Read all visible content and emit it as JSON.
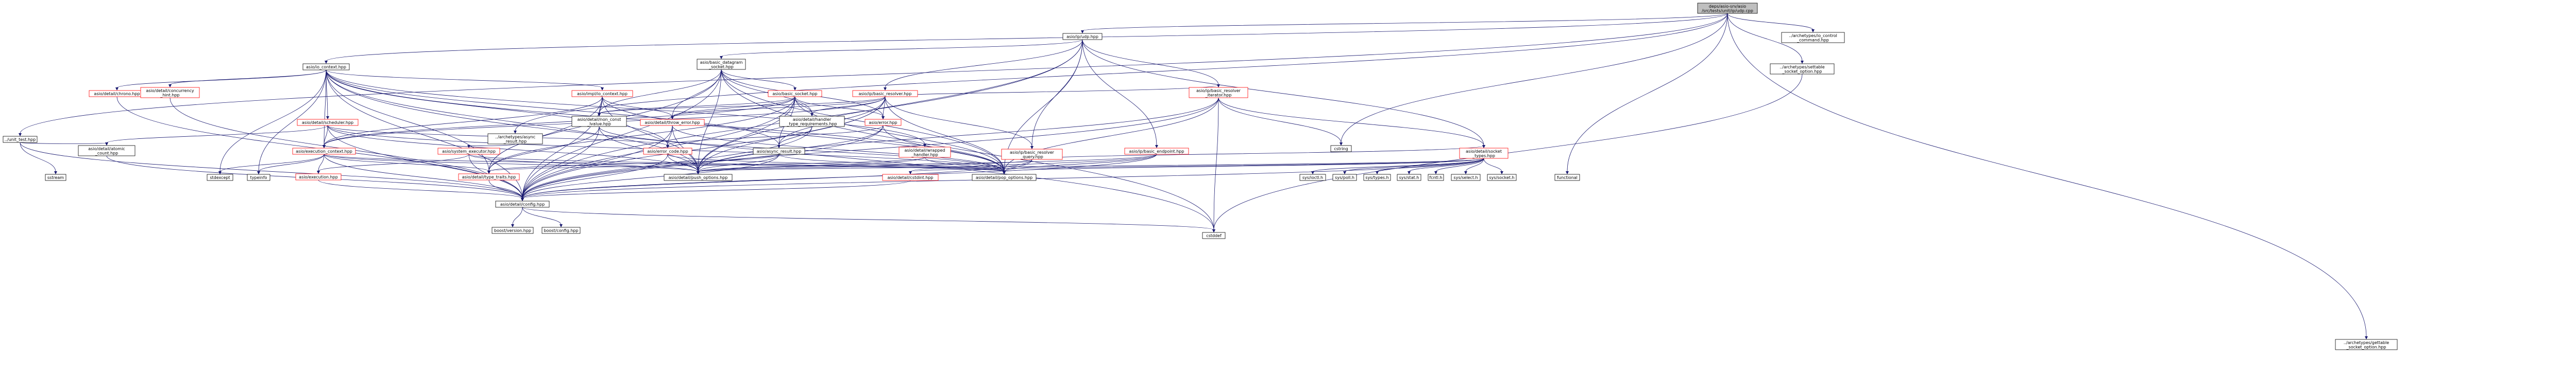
{
  "graph": {
    "nodes": [
      {
        "id": "root",
        "label": [
          "deps/asio-srv/asio",
          "/src/tests/unit/ip/udp.cpp"
        ],
        "style": "root"
      },
      {
        "id": "asio_ip_udp",
        "label": [
          "asio/ip/udp.hpp"
        ],
        "style": "white"
      },
      {
        "id": "arch_io_control",
        "label": [
          "../archetypes/io_control",
          "_command.hpp"
        ],
        "style": "white"
      },
      {
        "id": "arch_settable",
        "label": [
          "../archetypes/settable",
          "_socket_option.hpp"
        ],
        "style": "white"
      },
      {
        "id": "arch_gettable",
        "label": [
          "../archetypes/gettable",
          "_socket_option.hpp"
        ],
        "style": "white"
      },
      {
        "id": "arch_async_result",
        "label": [
          "../archetypes/async",
          "_result.hpp"
        ],
        "style": "white"
      },
      {
        "id": "unit_test",
        "label": [
          "../unit_test.hpp"
        ],
        "style": "white"
      },
      {
        "id": "io_context",
        "label": [
          "asio/io_context.hpp"
        ],
        "style": "white"
      },
      {
        "id": "basic_datagram",
        "label": [
          "asio/basic_datagram",
          "_socket.hpp"
        ],
        "style": "white"
      },
      {
        "id": "basic_socket",
        "label": [
          "asio/basic_socket.hpp"
        ],
        "style": "red"
      },
      {
        "id": "basic_resolver",
        "label": [
          "asio/ip/basic_resolver.hpp"
        ],
        "style": "red"
      },
      {
        "id": "basic_resolver_iterator",
        "label": [
          "asio/ip/basic_resolver",
          "_iterator.hpp"
        ],
        "style": "red"
      },
      {
        "id": "basic_resolver_query",
        "label": [
          "asio/ip/basic_resolver",
          "_query.hpp"
        ],
        "style": "red"
      },
      {
        "id": "basic_endpoint",
        "label": [
          "asio/ip/basic_endpoint.hpp"
        ],
        "style": "red"
      },
      {
        "id": "socket_types",
        "label": [
          "asio/detail/socket",
          "_types.hpp"
        ],
        "style": "red"
      },
      {
        "id": "chrono",
        "label": [
          "asio/detail/chrono.hpp"
        ],
        "style": "red"
      },
      {
        "id": "concurrency_hint",
        "label": [
          "asio/detail/concurrency",
          "_hint.hpp"
        ],
        "style": "red"
      },
      {
        "id": "impl_io_context",
        "label": [
          "asio/impl/io_context.hpp"
        ],
        "style": "red"
      },
      {
        "id": "scheduler",
        "label": [
          "asio/detail/scheduler.hpp"
        ],
        "style": "red"
      },
      {
        "id": "non_const_lvalue",
        "label": [
          "asio/detail/non_const",
          "_lvalue.hpp"
        ],
        "style": "white"
      },
      {
        "id": "throw_error",
        "label": [
          "asio/detail/throw_error.hpp"
        ],
        "style": "red"
      },
      {
        "id": "handler_type_requirements",
        "label": [
          "asio/detail/handler",
          "_type_requirements.hpp"
        ],
        "style": "white"
      },
      {
        "id": "error",
        "label": [
          "asio/error.hpp"
        ],
        "style": "red"
      },
      {
        "id": "wrapped_handler",
        "label": [
          "asio/detail/wrapped",
          "_handler.hpp"
        ],
        "style": "red"
      },
      {
        "id": "system_executor",
        "label": [
          "asio/system_executor.hpp"
        ],
        "style": "red"
      },
      {
        "id": "atomic_count",
        "label": [
          "asio/detail/atomic",
          "_count.hpp"
        ],
        "style": "white"
      },
      {
        "id": "execution_context",
        "label": [
          "asio/execution_context.hpp"
        ],
        "style": "red"
      },
      {
        "id": "error_code",
        "label": [
          "asio/error_code.hpp"
        ],
        "style": "red"
      },
      {
        "id": "async_result",
        "label": [
          "asio/async_result.hpp"
        ],
        "style": "white"
      },
      {
        "id": "execution",
        "label": [
          "asio/execution.hpp"
        ],
        "style": "red"
      },
      {
        "id": "type_traits",
        "label": [
          "asio/detail/type_traits.hpp"
        ],
        "style": "red"
      },
      {
        "id": "push_options",
        "label": [
          "asio/detail/push_options.hpp"
        ],
        "style": "white"
      },
      {
        "id": "pop_options",
        "label": [
          "asio/detail/pop_options.hpp"
        ],
        "style": "white"
      },
      {
        "id": "cstdint",
        "label": [
          "asio/detail/cstdint.hpp"
        ],
        "style": "red"
      },
      {
        "id": "config",
        "label": [
          "asio/detail/config.hpp"
        ],
        "style": "white"
      },
      {
        "id": "boost_version",
        "label": [
          "boost/version.hpp"
        ],
        "style": "white"
      },
      {
        "id": "boost_config",
        "label": [
          "boost/config.hpp"
        ],
        "style": "white"
      },
      {
        "id": "cstddef",
        "label": [
          "cstddef"
        ],
        "style": "white"
      },
      {
        "id": "sstream",
        "label": [
          "sstream"
        ],
        "style": "white"
      },
      {
        "id": "stdexcept",
        "label": [
          "stdexcept"
        ],
        "style": "white"
      },
      {
        "id": "typeinfo",
        "label": [
          "typeinfo"
        ],
        "style": "white"
      },
      {
        "id": "cstring",
        "label": [
          "cstring"
        ],
        "style": "white"
      },
      {
        "id": "sys_ioctl",
        "label": [
          "sys/ioctl.h"
        ],
        "style": "white"
      },
      {
        "id": "sys_poll",
        "label": [
          "sys/poll.h"
        ],
        "style": "white"
      },
      {
        "id": "sys_types",
        "label": [
          "sys/types.h"
        ],
        "style": "white"
      },
      {
        "id": "sys_stat",
        "label": [
          "sys/stat.h"
        ],
        "style": "white"
      },
      {
        "id": "fcntl",
        "label": [
          "fcntl.h"
        ],
        "style": "white"
      },
      {
        "id": "sys_select",
        "label": [
          "sys/select.h"
        ],
        "style": "white"
      },
      {
        "id": "sys_socket",
        "label": [
          "sys/socket.h"
        ],
        "style": "white"
      },
      {
        "id": "functional",
        "label": [
          "functional"
        ],
        "style": "white"
      }
    ],
    "edges": [
      [
        "root",
        "asio_ip_udp"
      ],
      [
        "root",
        "arch_io_control"
      ],
      [
        "root",
        "arch_settable"
      ],
      [
        "root",
        "arch_gettable"
      ],
      [
        "root",
        "arch_async_result"
      ],
      [
        "root",
        "unit_test"
      ],
      [
        "root",
        "io_context"
      ],
      [
        "root",
        "cstring"
      ],
      [
        "root",
        "functional"
      ],
      [
        "asio_ip_udp",
        "config"
      ],
      [
        "asio_ip_udp",
        "basic_datagram"
      ],
      [
        "asio_ip_udp",
        "basic_resolver"
      ],
      [
        "asio_ip_udp",
        "basic_endpoint"
      ],
      [
        "asio_ip_udp",
        "socket_types"
      ],
      [
        "asio_ip_udp",
        "push_options"
      ],
      [
        "asio_ip_udp",
        "pop_options"
      ],
      [
        "asio_ip_udp",
        "basic_resolver_iterator"
      ],
      [
        "asio_ip_udp",
        "basic_resolver_query"
      ],
      [
        "arch_settable",
        "cstddef"
      ],
      [
        "arch_async_result",
        "system_executor"
      ],
      [
        "unit_test",
        "config"
      ],
      [
        "unit_test",
        "sstream"
      ],
      [
        "unit_test",
        "atomic_count"
      ],
      [
        "io_context",
        "config"
      ],
      [
        "io_context",
        "chrono"
      ],
      [
        "io_context",
        "concurrency_hint"
      ],
      [
        "io_context",
        "impl_io_context"
      ],
      [
        "io_context",
        "scheduler"
      ],
      [
        "io_context",
        "execution_context"
      ],
      [
        "io_context",
        "wrapped_handler"
      ],
      [
        "io_context",
        "error_code"
      ],
      [
        "io_context",
        "async_result"
      ],
      [
        "io_context",
        "push_options"
      ],
      [
        "io_context",
        "pop_options"
      ],
      [
        "io_context",
        "stdexcept"
      ],
      [
        "io_context",
        "typeinfo"
      ],
      [
        "io_context",
        "cstddef"
      ],
      [
        "io_context",
        "type_traits"
      ],
      [
        "basic_datagram",
        "config"
      ],
      [
        "basic_datagram",
        "basic_socket"
      ],
      [
        "basic_datagram",
        "non_const_lvalue"
      ],
      [
        "basic_datagram",
        "handler_type_requirements"
      ],
      [
        "basic_datagram",
        "throw_error"
      ],
      [
        "basic_datagram",
        "error"
      ],
      [
        "basic_datagram",
        "type_traits"
      ],
      [
        "basic_datagram",
        "push_options"
      ],
      [
        "basic_datagram",
        "pop_options"
      ],
      [
        "basic_datagram",
        "cstddef"
      ],
      [
        "basic_socket",
        "config"
      ],
      [
        "basic_socket",
        "async_result"
      ],
      [
        "basic_socket",
        "handler_type_requirements"
      ],
      [
        "basic_socket",
        "non_const_lvalue"
      ],
      [
        "basic_socket",
        "throw_error"
      ],
      [
        "basic_socket",
        "type_traits"
      ],
      [
        "basic_socket",
        "error"
      ],
      [
        "basic_socket",
        "execution_context"
      ],
      [
        "basic_socket",
        "push_options"
      ],
      [
        "basic_socket",
        "pop_options"
      ],
      [
        "basic_resolver",
        "config"
      ],
      [
        "basic_resolver",
        "async_result"
      ],
      [
        "basic_resolver",
        "handler_type_requirements"
      ],
      [
        "basic_resolver",
        "non_const_lvalue"
      ],
      [
        "basic_resolver",
        "string_view"
      ],
      [
        "basic_resolver",
        "throw_error"
      ],
      [
        "basic_resolver",
        "error"
      ],
      [
        "basic_resolver",
        "execution_context"
      ],
      [
        "basic_resolver",
        "basic_resolver_iterator"
      ],
      [
        "basic_resolver",
        "basic_resolver_query"
      ],
      [
        "basic_resolver",
        "push_options"
      ],
      [
        "basic_resolver",
        "pop_options"
      ],
      [
        "basic_resolver_iterator",
        "config"
      ],
      [
        "basic_resolver_iterator",
        "cstddef"
      ],
      [
        "basic_resolver_iterator",
        "cstring"
      ],
      [
        "basic_resolver_iterator",
        "socket_types"
      ],
      [
        "basic_resolver_iterator",
        "push_options"
      ],
      [
        "basic_resolver_iterator",
        "pop_options"
      ],
      [
        "basic_resolver_query",
        "config"
      ],
      [
        "basic_resolver_query",
        "socket_types"
      ],
      [
        "basic_resolver_query",
        "push_options"
      ],
      [
        "basic_resolver_query",
        "pop_options"
      ],
      [
        "basic_endpoint",
        "config"
      ],
      [
        "basic_endpoint",
        "cstdint"
      ],
      [
        "basic_endpoint",
        "push_options"
      ],
      [
        "basic_endpoint",
        "pop_options"
      ],
      [
        "socket_types",
        "config"
      ],
      [
        "socket_types",
        "sys_ioctl"
      ],
      [
        "socket_types",
        "sys_poll"
      ],
      [
        "socket_types",
        "sys_types"
      ],
      [
        "socket_types",
        "sys_stat"
      ],
      [
        "socket_types",
        "fcntl"
      ],
      [
        "socket_types",
        "sys_select"
      ],
      [
        "socket_types",
        "sys_socket"
      ],
      [
        "socket_types",
        "push_options"
      ],
      [
        "socket_types",
        "pop_options"
      ],
      [
        "socket_types",
        "cstdint"
      ],
      [
        "chrono",
        "config"
      ],
      [
        "concurrency_hint",
        "config"
      ],
      [
        "impl_io_context",
        "config"
      ],
      [
        "impl_io_context",
        "non_const_lvalue"
      ],
      [
        "impl_io_context",
        "throw_error"
      ],
      [
        "impl_io_context",
        "type_traits"
      ],
      [
        "impl_io_context",
        "execution_context"
      ],
      [
        "impl_io_context",
        "push_options"
      ],
      [
        "impl_io_context",
        "pop_options"
      ],
      [
        "scheduler",
        "config"
      ],
      [
        "scheduler",
        "error_code"
      ],
      [
        "scheduler",
        "execution_context"
      ],
      [
        "scheduler",
        "atomic_count"
      ],
      [
        "scheduler",
        "push_options"
      ],
      [
        "scheduler",
        "pop_options"
      ],
      [
        "non_const_lvalue",
        "config"
      ],
      [
        "non_const_lvalue",
        "type_traits"
      ],
      [
        "non_const_lvalue",
        "push_options"
      ],
      [
        "non_const_lvalue",
        "pop_options"
      ],
      [
        "throw_error",
        "config"
      ],
      [
        "throw_error",
        "error_code"
      ],
      [
        "throw_error",
        "push_options"
      ],
      [
        "throw_error",
        "pop_options"
      ],
      [
        "handler_type_requirements",
        "config"
      ],
      [
        "handler_type_requirements",
        "async_result"
      ],
      [
        "error",
        "config"
      ],
      [
        "error",
        "error_code"
      ],
      [
        "error",
        "push_options"
      ],
      [
        "error",
        "pop_options"
      ],
      [
        "wrapped_handler",
        "type_traits"
      ],
      [
        "wrapped_handler",
        "push_options"
      ],
      [
        "wrapped_handler",
        "pop_options"
      ],
      [
        "system_executor",
        "config"
      ],
      [
        "system_executor",
        "execution"
      ],
      [
        "system_executor",
        "push_options"
      ],
      [
        "system_executor",
        "pop_options"
      ],
      [
        "atomic_count",
        "config"
      ],
      [
        "execution_context",
        "config"
      ],
      [
        "execution_context",
        "stdexcept"
      ],
      [
        "execution_context",
        "typeinfo"
      ],
      [
        "execution_context",
        "type_traits"
      ],
      [
        "execution_context",
        "execution"
      ],
      [
        "execution_context",
        "push_options"
      ],
      [
        "execution_context",
        "pop_options"
      ],
      [
        "error_code",
        "config"
      ],
      [
        "error_code",
        "push_options"
      ],
      [
        "error_code",
        "pop_options"
      ],
      [
        "async_result",
        "config"
      ],
      [
        "async_result",
        "type_traits"
      ],
      [
        "async_result",
        "push_options"
      ],
      [
        "async_result",
        "pop_options"
      ],
      [
        "execution",
        "config"
      ],
      [
        "type_traits",
        "config"
      ],
      [
        "cstdint",
        "config"
      ],
      [
        "config",
        "boost_version"
      ],
      [
        "config",
        "boost_config"
      ],
      [
        "config",
        "cstddef"
      ]
    ]
  }
}
